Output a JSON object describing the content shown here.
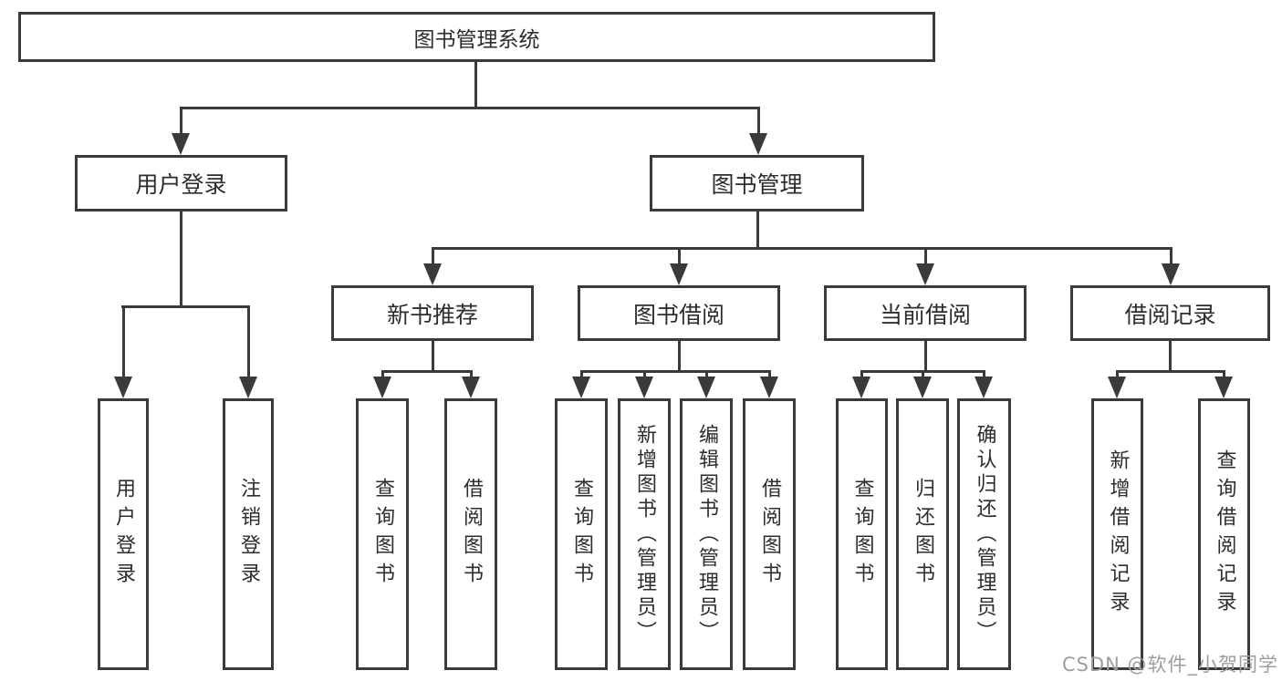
{
  "tree": {
    "root": "图书管理系统",
    "branches": [
      {
        "label": "用户登录",
        "children": [
          {
            "label": "用户登录"
          },
          {
            "label": "注销登录"
          }
        ]
      },
      {
        "label": "图书管理",
        "children": [
          {
            "label": "新书推荐",
            "children": [
              {
                "label": "查询图书"
              },
              {
                "label": "借阅图书"
              }
            ]
          },
          {
            "label": "图书借阅",
            "children": [
              {
                "label": "查询图书"
              },
              {
                "label": "新增图书（管理员）"
              },
              {
                "label": "编辑图书（管理员）"
              },
              {
                "label": "借阅图书"
              }
            ]
          },
          {
            "label": "当前借阅",
            "children": [
              {
                "label": "查询图书"
              },
              {
                "label": "归还图书"
              },
              {
                "label": "确认归还（管理员）"
              }
            ]
          },
          {
            "label": "借阅记录",
            "children": [
              {
                "label": "新增借阅记录"
              },
              {
                "label": "查询借阅记录"
              }
            ]
          }
        ]
      }
    ]
  },
  "watermark": {
    "text": "CSDN @软件_小贺同学"
  },
  "colors": {
    "line": "#3a3a3a",
    "text": "#2d2d2d",
    "watermark": "#9e9e9e",
    "background": "#ffffff"
  }
}
